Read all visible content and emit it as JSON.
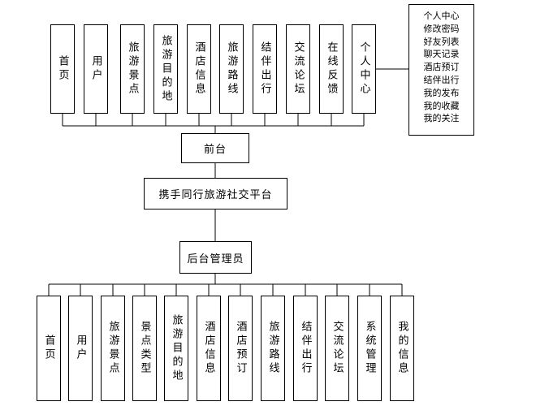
{
  "front": {
    "label": "前台",
    "items": [
      "首页",
      "用户",
      "旅游景点",
      "旅游目的地",
      "酒店信息",
      "旅游路线",
      "结伴出行",
      "交流论坛",
      "在线反馈",
      "个人中心"
    ]
  },
  "platform": {
    "label": "携手同行旅游社交平台"
  },
  "admin": {
    "label": "后台管理员",
    "items": [
      "首页",
      "用户",
      "旅游景点",
      "景点类型",
      "旅游目的地",
      "酒店信息",
      "酒店预订",
      "旅游路线",
      "结伴出行",
      "交流论坛",
      "系统管理",
      "我的信息"
    ]
  },
  "personal_center_detail": {
    "items": [
      "个人中心",
      "修改密码",
      "好友列表",
      "聊天记录",
      "酒店预订",
      "结伴出行",
      "我的发布",
      "我的收藏",
      "我的关注"
    ]
  }
}
